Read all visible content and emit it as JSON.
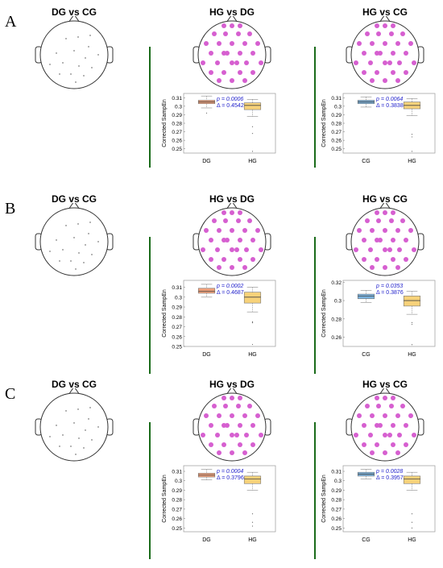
{
  "panels": [
    {
      "letter": "A",
      "titles": [
        "DG vs CG",
        "HG vs DG",
        "HG vs CG"
      ],
      "heads": [
        {
          "type": "sparse"
        },
        {
          "type": "dots"
        },
        {
          "type": "dots"
        }
      ],
      "charts": [
        {
          "type": "box",
          "categories": [
            "DG",
            "HG"
          ],
          "colors": [
            "#f0a07a",
            "#f7d27a"
          ],
          "ylabel": "Corrected SampEn",
          "ylim": [
            0.245,
            0.315
          ],
          "yticks": [
            "0.25",
            "0.26",
            "0.27",
            "0.28",
            "0.29",
            "0.3",
            "0.31"
          ],
          "ytick_values": [
            0.25,
            0.26,
            0.27,
            0.28,
            0.29,
            0.3,
            0.31
          ],
          "annotation_p": "p = 0.0006",
          "annotation_d": "Δ = 0.4542",
          "boxes": [
            {
              "whisker_low": 0.298,
              "q1": 0.303,
              "median": 0.305,
              "q3": 0.307,
              "whisker_high": 0.312,
              "outliers": [
                0.292
              ]
            },
            {
              "whisker_low": 0.288,
              "q1": 0.296,
              "median": 0.301,
              "q3": 0.304,
              "whisker_high": 0.308,
              "outliers": [
                0.276,
                0.268,
                0.247
              ]
            }
          ]
        },
        {
          "type": "box",
          "categories": [
            "CG",
            "HG"
          ],
          "colors": [
            "#7ab2de",
            "#f7d27a"
          ],
          "ylabel": "Corrected SampEn",
          "ylim": [
            0.245,
            0.315
          ],
          "yticks": [
            "0.25",
            "0.26",
            "0.27",
            "0.28",
            "0.29",
            "0.3",
            "0.31"
          ],
          "ytick_values": [
            0.25,
            0.26,
            0.27,
            0.28,
            0.29,
            0.3,
            0.31
          ],
          "annotation_p": "p = 0.0064",
          "annotation_d": "Δ = 0.3838",
          "boxes": [
            {
              "whisker_low": 0.299,
              "q1": 0.303,
              "median": 0.305,
              "q3": 0.307,
              "whisker_high": 0.311,
              "outliers": []
            },
            {
              "whisker_low": 0.289,
              "q1": 0.297,
              "median": 0.301,
              "q3": 0.305,
              "whisker_high": 0.309,
              "outliers": [
                0.267,
                0.264,
                0.247
              ]
            }
          ]
        }
      ]
    },
    {
      "letter": "B",
      "titles": [
        "DG vs CG",
        "HG vs DG",
        "HG vs CG"
      ],
      "heads": [
        {
          "type": "sparse"
        },
        {
          "type": "dots"
        },
        {
          "type": "dots"
        }
      ],
      "charts": [
        {
          "type": "box",
          "categories": [
            "DG",
            "HG"
          ],
          "colors": [
            "#f0a07a",
            "#f7d27a"
          ],
          "ylabel": "Corrected SampEn",
          "ylim": [
            0.25,
            0.317
          ],
          "yticks": [
            "0.25",
            "0.26",
            "0.27",
            "0.28",
            "0.29",
            "0.3",
            "0.31"
          ],
          "ytick_values": [
            0.25,
            0.26,
            0.27,
            0.28,
            0.29,
            0.3,
            0.31
          ],
          "annotation_p": "p = 0.0002",
          "annotation_d": "Δ = 0.4687",
          "boxes": [
            {
              "whisker_low": 0.3,
              "q1": 0.304,
              "median": 0.306,
              "q3": 0.309,
              "whisker_high": 0.313,
              "outliers": []
            },
            {
              "whisker_low": 0.285,
              "q1": 0.294,
              "median": 0.3,
              "q3": 0.305,
              "whisker_high": 0.31,
              "outliers": [
                0.275,
                0.274,
                0.252
              ]
            }
          ]
        },
        {
          "type": "box",
          "categories": [
            "CG",
            "HG"
          ],
          "colors": [
            "#7ab2de",
            "#f7d27a"
          ],
          "ylabel": "Corrected SampEn",
          "ylim": [
            0.25,
            0.322
          ],
          "yticks": [
            "0.26",
            "0.28",
            "0.3",
            "0.32"
          ],
          "ytick_values": [
            0.26,
            0.28,
            0.3,
            0.32
          ],
          "annotation_p": "p = 0.0353",
          "annotation_d": "Δ = 0.3876",
          "boxes": [
            {
              "whisker_low": 0.298,
              "q1": 0.302,
              "median": 0.305,
              "q3": 0.307,
              "whisker_high": 0.311,
              "outliers": []
            },
            {
              "whisker_low": 0.285,
              "q1": 0.294,
              "median": 0.3,
              "q3": 0.305,
              "whisker_high": 0.31,
              "outliers": [
                0.276,
                0.274,
                0.252
              ]
            }
          ]
        }
      ]
    },
    {
      "letter": "C",
      "titles": [
        "DG vs CG",
        "HG vs DG",
        "HG vs CG"
      ],
      "heads": [
        {
          "type": "sparse"
        },
        {
          "type": "dots"
        },
        {
          "type": "dots"
        }
      ],
      "charts": [
        {
          "type": "box",
          "categories": [
            "DG",
            "HG"
          ],
          "colors": [
            "#f0a07a",
            "#f7d27a"
          ],
          "ylabel": "Corrected SampEn",
          "ylim": [
            0.246,
            0.316
          ],
          "yticks": [
            "0.25",
            "0.26",
            "0.27",
            "0.28",
            "0.29",
            "0.3",
            "0.31"
          ],
          "ytick_values": [
            0.25,
            0.26,
            0.27,
            0.28,
            0.29,
            0.3,
            0.31
          ],
          "annotation_p": "p = 0.0004",
          "annotation_d": "Δ = 0.3796",
          "boxes": [
            {
              "whisker_low": 0.301,
              "q1": 0.304,
              "median": 0.306,
              "q3": 0.308,
              "whisker_high": 0.312,
              "outliers": []
            },
            {
              "whisker_low": 0.29,
              "q1": 0.297,
              "median": 0.302,
              "q3": 0.305,
              "whisker_high": 0.309,
              "outliers": [
                0.265,
                0.256,
                0.252
              ]
            }
          ]
        },
        {
          "type": "box",
          "categories": [
            "CG",
            "HG"
          ],
          "colors": [
            "#7ab2de",
            "#f7d27a"
          ],
          "ylabel": "Corrected SampEn",
          "ylim": [
            0.246,
            0.316
          ],
          "yticks": [
            "0.25",
            "0.26",
            "0.27",
            "0.28",
            "0.29",
            "0.3",
            "0.31"
          ],
          "ytick_values": [
            0.25,
            0.26,
            0.27,
            0.28,
            0.29,
            0.3,
            0.31
          ],
          "annotation_p": "p = 0.0028",
          "annotation_d": "Δ = 0.3957",
          "boxes": [
            {
              "whisker_low": 0.302,
              "q1": 0.305,
              "median": 0.307,
              "q3": 0.309,
              "whisker_high": 0.312,
              "outliers": []
            },
            {
              "whisker_low": 0.29,
              "q1": 0.297,
              "median": 0.302,
              "q3": 0.305,
              "whisker_high": 0.309,
              "outliers": [
                0.265,
                0.256,
                0.25
              ]
            }
          ]
        }
      ]
    }
  ],
  "colors": {
    "electrode": "#d65fd0",
    "annotation": "#2222cc",
    "divider": "#1a6b1a"
  },
  "chart_data": [
    {
      "type": "box",
      "panel": "A",
      "title": "HG vs DG",
      "categories": [
        "DG",
        "HG"
      ],
      "ylabel": "Corrected SampEn",
      "ylim": [
        0.245,
        0.315
      ],
      "medians": [
        0.305,
        0.301
      ]
    },
    {
      "type": "box",
      "panel": "A",
      "title": "HG vs CG",
      "categories": [
        "CG",
        "HG"
      ],
      "ylabel": "Corrected SampEn",
      "ylim": [
        0.245,
        0.315
      ],
      "medians": [
        0.305,
        0.301
      ]
    },
    {
      "type": "box",
      "panel": "B",
      "title": "HG vs DG",
      "categories": [
        "DG",
        "HG"
      ],
      "ylabel": "Corrected SampEn",
      "ylim": [
        0.25,
        0.317
      ],
      "medians": [
        0.306,
        0.3
      ]
    },
    {
      "type": "box",
      "panel": "B",
      "title": "HG vs CG",
      "categories": [
        "CG",
        "HG"
      ],
      "ylabel": "Corrected SampEn",
      "ylim": [
        0.25,
        0.322
      ],
      "medians": [
        0.305,
        0.3
      ]
    },
    {
      "type": "box",
      "panel": "C",
      "title": "HG vs DG",
      "categories": [
        "DG",
        "HG"
      ],
      "ylabel": "Corrected SampEn",
      "ylim": [
        0.246,
        0.316
      ],
      "medians": [
        0.306,
        0.302
      ]
    },
    {
      "type": "box",
      "panel": "C",
      "title": "HG vs CG",
      "categories": [
        "CG",
        "HG"
      ],
      "ylabel": "Corrected SampEn",
      "ylim": [
        0.246,
        0.316
      ],
      "medians": [
        0.307,
        0.302
      ]
    }
  ]
}
